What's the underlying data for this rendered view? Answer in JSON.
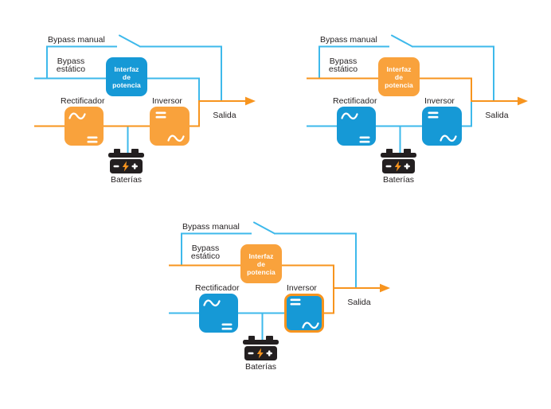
{
  "palette": {
    "wire_blue": "#3EB9EB",
    "wire_orange": "#F7941E",
    "box_blue": "#1699D6",
    "box_orange": "#F9A23C",
    "battery_black": "#231F20",
    "symbol_white": "#FFFFFF"
  },
  "labels": {
    "bypass_manual": "Bypass manual",
    "bypass_estatico_line1": "Bypass",
    "bypass_estatico_line2": "estático",
    "interfaz_line1": "Interfaz",
    "interfaz_line2": "de",
    "interfaz_line3": "potencia",
    "rectificador": "Rectificador",
    "inversor": "Inversor",
    "salida": "Salida",
    "baterias": "Baterías"
  },
  "diagrams": [
    {
      "name": "double-conversion-normal-mode",
      "wires": {
        "bypass_manual": "#3EB9EB",
        "manual_drop": "#3EB9EB",
        "left_vert": "#3EB9EB",
        "bypass_estatico": "#3EB9EB",
        "estatico_drop": "#3EB9EB",
        "main_left": "#F7941E",
        "main_right": "#F7941E",
        "inverter_out": "#F7941E",
        "output": "#F7941E",
        "battery_drop": "#3EB9EB"
      },
      "boxes": {
        "interfaz": "#1699D6",
        "rectificador": "#F9A23C",
        "inversor": "#F9A23C",
        "inversor_ring": "transparent"
      }
    },
    {
      "name": "static-bypass-mode",
      "wires": {
        "bypass_manual": "#3EB9EB",
        "manual_drop": "#3EB9EB",
        "left_vert": "#3EB9EB",
        "bypass_estatico": "#F7941E",
        "estatico_drop": "#F7941E",
        "main_left": "#3EB9EB",
        "main_right": "#3EB9EB",
        "inverter_out": "#3EB9EB",
        "output": "#F7941E",
        "battery_drop": "#3EB9EB"
      },
      "boxes": {
        "interfaz": "#F9A23C",
        "rectificador": "#1699D6",
        "inversor": "#1699D6",
        "inversor_ring": "transparent"
      }
    },
    {
      "name": "bypass-with-inverter-highlighted-mode",
      "wires": {
        "bypass_manual": "#3EB9EB",
        "manual_drop": "#3EB9EB",
        "left_vert": "#3EB9EB",
        "bypass_estatico": "#F7941E",
        "estatico_drop": "#F7941E",
        "main_left": "#3EB9EB",
        "main_right": "#F7941E",
        "inverter_out": "#F7941E",
        "output": "#F7941E",
        "battery_drop": "#3EB9EB"
      },
      "boxes": {
        "interfaz": "#F9A23C",
        "rectificador": "#1699D6",
        "inversor": "#1699D6",
        "inversor_ring": "#F7941E"
      }
    }
  ]
}
